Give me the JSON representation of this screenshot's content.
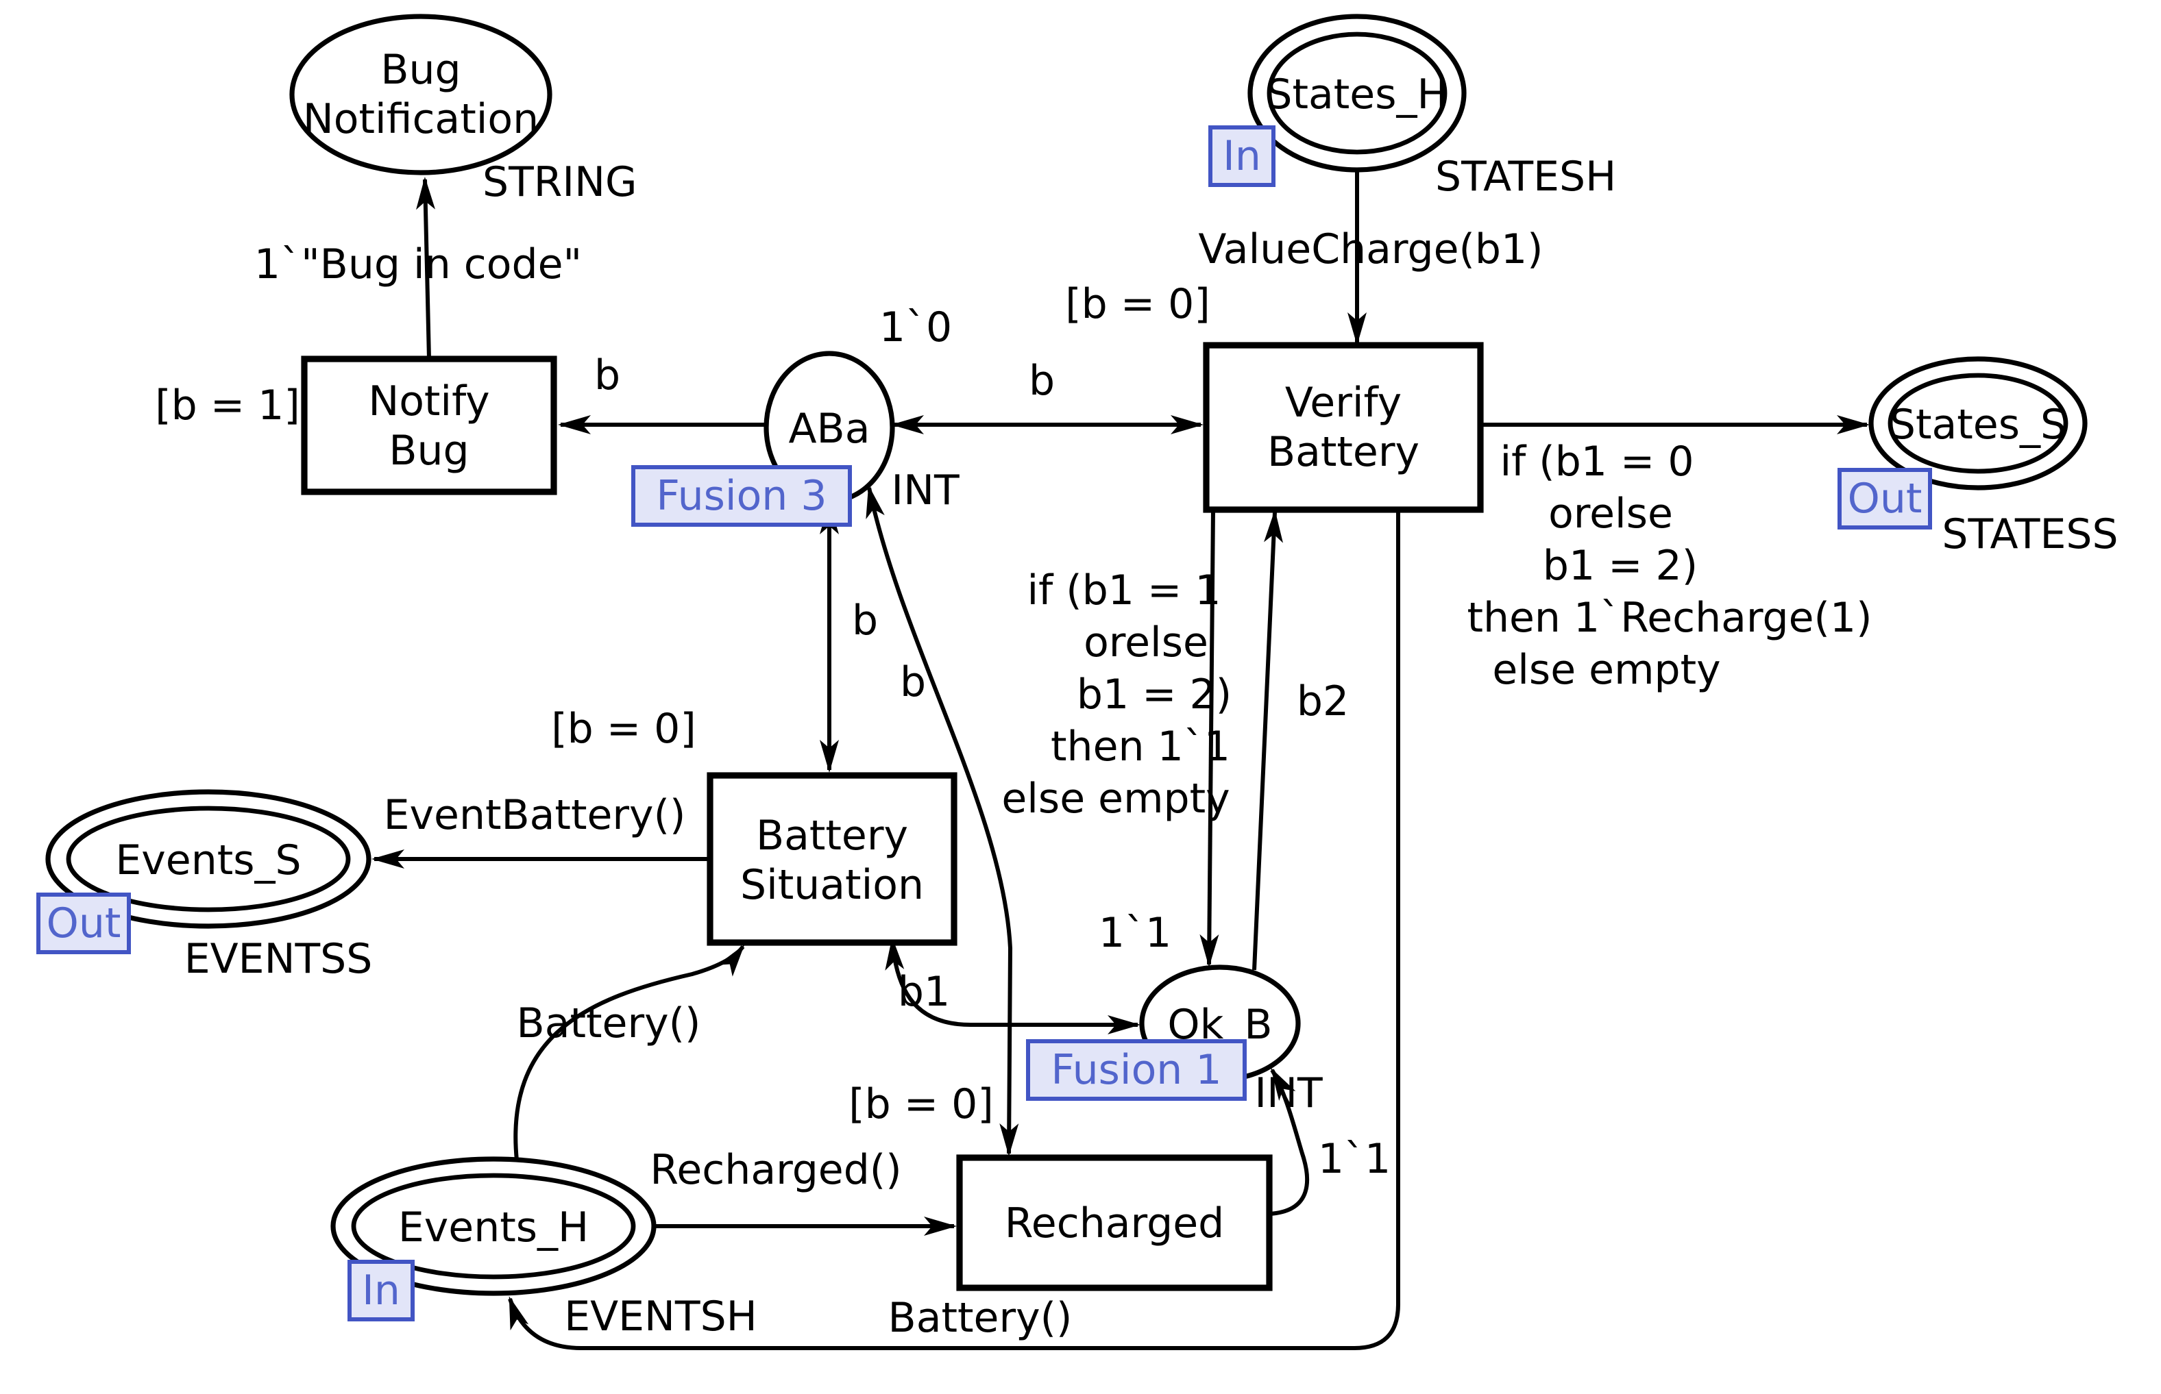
{
  "colors": {
    "background": "#ffffff",
    "line": "#000000",
    "port_tag_fill": "#e2e5f8",
    "port_tag_border": "#4255c4",
    "port_tag_text": "#5265cc"
  },
  "places": {
    "bug_notification": {
      "line1": "Bug",
      "line2": "Notification",
      "colorset": "STRING"
    },
    "states_h": {
      "label": "States_H",
      "colorset": "STATESH",
      "port": "In"
    },
    "aba": {
      "label": "ABa",
      "colorset": "INT",
      "marking": "1`0",
      "fusion": "Fusion 3"
    },
    "states_s": {
      "label": "States_S",
      "colorset": "STATESS",
      "port": "Out"
    },
    "events_s": {
      "label": "Events_S",
      "colorset": "EVENTSS",
      "port": "Out"
    },
    "ok_b": {
      "label": "Ok_B",
      "colorset": "INT",
      "marking": "1`1",
      "fusion": "Fusion 1"
    },
    "events_h": {
      "label": "Events_H",
      "colorset": "EVENTSH",
      "port": "In"
    }
  },
  "transitions": {
    "notify_bug": {
      "line1": "Notify",
      "line2": "Bug",
      "guard": "[b = 1]"
    },
    "verify_battery": {
      "line1": "Verify",
      "line2": "Battery",
      "guard": "[b = 0]"
    },
    "battery_situation": {
      "line1": "Battery",
      "line2": "Situation",
      "guard": "[b = 0]"
    },
    "recharged": {
      "label": "Recharged",
      "guard": "[b = 0]"
    }
  },
  "arc_labels": {
    "bug_in_code": "1`\"Bug in code\"",
    "b_to_notify": "b",
    "b_aba_verify": "b",
    "value_charge": "ValueCharge(b1)",
    "b_aba_battery": "b",
    "b_recharged_aba": "b",
    "b1": "b1",
    "b2": "b2",
    "event_battery": "EventBattery()",
    "battery_upper": "Battery()",
    "battery_lower": "Battery()",
    "recharged_fn": "Recharged()",
    "one_one": "1`1",
    "if_right": {
      "line1": "if (b1 = 0",
      "line2": "orelse",
      "line3": "b1 = 2)",
      "line4": "then 1`Recharge(1)",
      "line5": "else empty"
    },
    "if_left": {
      "line1": "if (b1 = 1",
      "line2": "orelse",
      "line3": "b1 = 2)",
      "line4": "then 1`1",
      "line5": "else empty"
    }
  }
}
